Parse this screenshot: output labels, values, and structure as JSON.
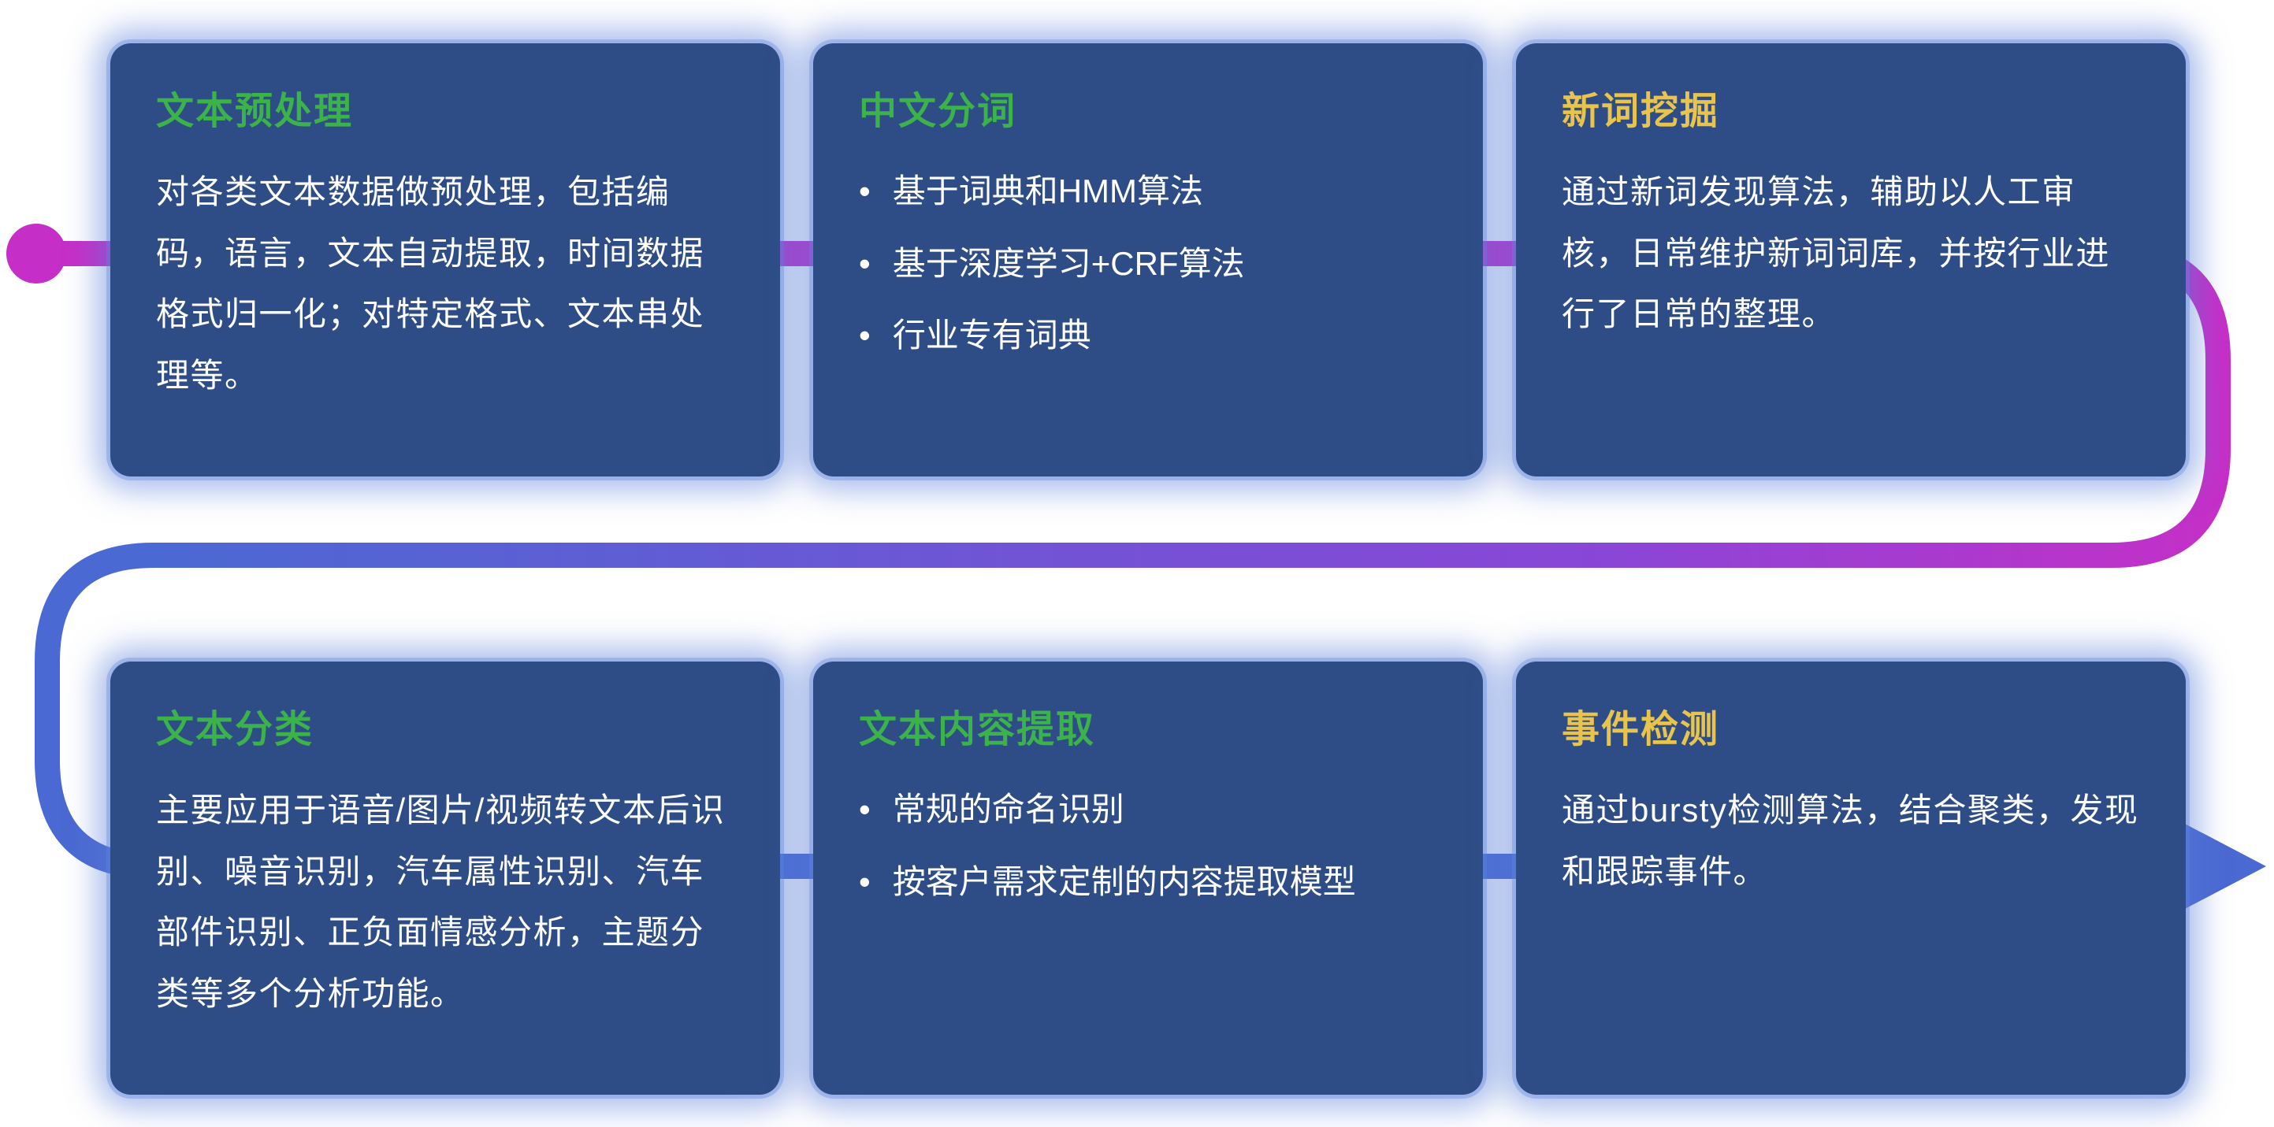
{
  "theme": {
    "background": "#ffffff",
    "card_bg": "#2e4d86",
    "card_glow": "#567cd9",
    "body_text": "#ffffff",
    "title_green": "#3cb24b",
    "title_gold": "#e9c44d",
    "flow_magenta": "#c62fc7",
    "flow_purple": "#8a46d6",
    "flow_blue": "#4b69d2"
  },
  "glyphs": {
    "bullet": "•"
  },
  "cards": [
    {
      "title": "文本预处理",
      "title_color": "#3cb24b",
      "body": "对各类文本数据做预处理，包括编码，语言，文本自动提取，时间数据格式归一化；对特定格式、文本串处理等。"
    },
    {
      "title": "中文分词",
      "title_color": "#3cb24b",
      "bullets": [
        "基于词典和HMM算法",
        "基于深度学习+CRF算法",
        "行业专有词典"
      ]
    },
    {
      "title": "新词挖掘",
      "title_color": "#e9c44d",
      "body": "通过新词发现算法，辅助以人工审核，日常维护新词词库，并按行业进行了日常的整理。"
    },
    {
      "title": "文本分类",
      "title_color": "#3cb24b",
      "body": "主要应用于语音/图片/视频转文本后识别、噪音识别，汽车属性识别、汽车部件识别、正负面情感分析，主题分类等多个分析功能。"
    },
    {
      "title": "文本内容提取",
      "title_color": "#3cb24b",
      "bullets": [
        "常规的命名识别",
        "按客户需求定制的内容提取模型"
      ]
    },
    {
      "title": "事件检测",
      "title_color": "#e9c44d",
      "body": "通过bursty检测算法，结合聚类，发现和跟踪事件。"
    }
  ]
}
